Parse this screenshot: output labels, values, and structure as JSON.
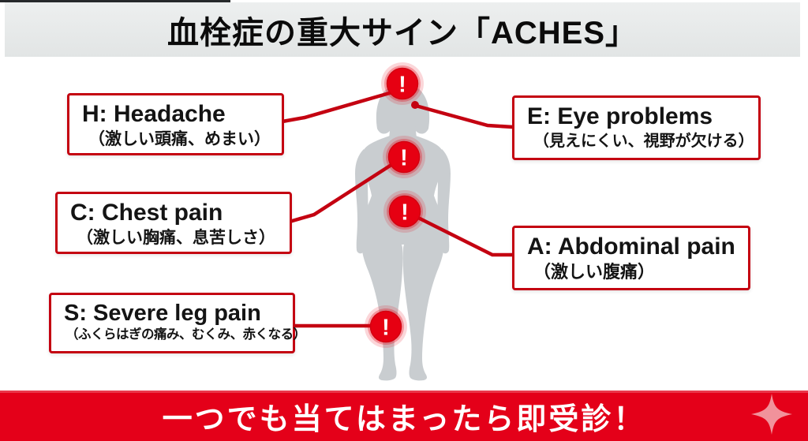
{
  "title": "血栓症の重大サイン「ACHES」",
  "labels": {
    "headache": {
      "title": "H: Headache",
      "sub": "（激しい頭痛、めまい）"
    },
    "eye": {
      "title": "E: Eye problems",
      "sub": "（見えにくい、視野が欠ける）"
    },
    "chest": {
      "title": "C: Chest pain",
      "sub": "（激しい胸痛、息苦しさ）"
    },
    "abdominal": {
      "title": "A: Abdominal pain",
      "sub": "（激しい腹痛）"
    },
    "leg": {
      "title": "S: Severe leg pain",
      "sub": "（ふくらはぎの痛み、むくみ、赤くなる）"
    }
  },
  "marker_glyph": "!",
  "banner": {
    "text": "一つでも当てはまったら即受診！"
  },
  "colors": {
    "accent_red": "#e40019",
    "marker_red": "#e60012",
    "line_red": "#c40211",
    "box_border_red": "#c40211",
    "body_gray": "#c9cdd0",
    "header_gray": "#e8eaea",
    "sparkle_pink": "#f1929b",
    "text_black": "#141414",
    "banner_text_white": "#ffffff"
  }
}
